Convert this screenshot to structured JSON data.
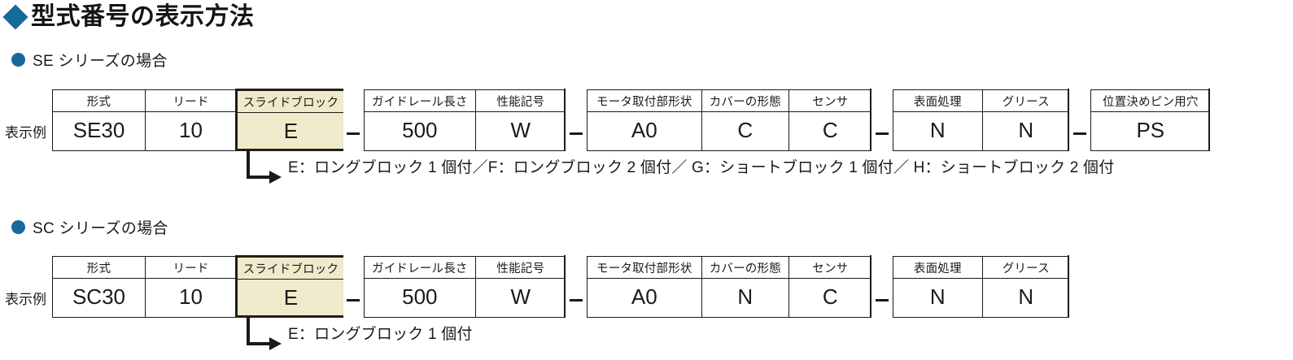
{
  "page": {
    "title": "型式番号の表示方法",
    "title_marker": "diamond-marker",
    "accent_color": "#17689D",
    "highlight_fill": "#EFEACB",
    "highlight_border": "#241D15"
  },
  "sections": [
    {
      "id": "se-series",
      "heading": "SE シリーズの場合",
      "row_label": "表示例",
      "groups": [
        {
          "cells": [
            {
              "header": "形式",
              "value": "SE30",
              "highlight": false,
              "width": 114
            },
            {
              "header": "リード",
              "value": "10",
              "highlight": false,
              "width": 112
            },
            {
              "header": "スライドブロック",
              "value": "E",
              "highlight": true,
              "width": 133
            }
          ]
        },
        {
          "cells": [
            {
              "header": "ガイドレール長さ",
              "value": "500",
              "highlight": false,
              "width": 137
            },
            {
              "header": "性能記号",
              "value": "W",
              "highlight": false,
              "width": 110
            }
          ]
        },
        {
          "cells": [
            {
              "header": "モータ取付部形状",
              "value": "A0",
              "highlight": false,
              "width": 141
            },
            {
              "header": "カバーの形態",
              "value": "C",
              "highlight": false,
              "width": 107
            },
            {
              "header": "センサ",
              "value": "C",
              "highlight": false,
              "width": 101
            }
          ]
        },
        {
          "cells": [
            {
              "header": "表面処理",
              "value": "N",
              "highlight": false,
              "width": 110
            },
            {
              "header": "グリース",
              "value": "N",
              "highlight": false,
              "width": 106
            }
          ]
        },
        {
          "cells": [
            {
              "header": "位置決めピン用穴",
              "value": "PS",
              "highlight": false,
              "width": 146
            }
          ]
        }
      ],
      "note": "E：ロングブロック 1 個付／F：ロングブロック 2 個付／ G：ショートブロック 1 個付／ H：ショートブロック 2 個付"
    },
    {
      "id": "sc-series",
      "heading": "SC シリーズの場合",
      "row_label": "表示例",
      "groups": [
        {
          "cells": [
            {
              "header": "形式",
              "value": "SC30",
              "highlight": false,
              "width": 114
            },
            {
              "header": "リード",
              "value": "10",
              "highlight": false,
              "width": 112
            },
            {
              "header": "スライドブロック",
              "value": "E",
              "highlight": true,
              "width": 133
            }
          ]
        },
        {
          "cells": [
            {
              "header": "ガイドレール長さ",
              "value": "500",
              "highlight": false,
              "width": 137
            },
            {
              "header": "性能記号",
              "value": "W",
              "highlight": false,
              "width": 110
            }
          ]
        },
        {
          "cells": [
            {
              "header": "モータ取付部形状",
              "value": "A0",
              "highlight": false,
              "width": 141
            },
            {
              "header": "カバーの形態",
              "value": "N",
              "highlight": false,
              "width": 107
            },
            {
              "header": "センサ",
              "value": "C",
              "highlight": false,
              "width": 101
            }
          ]
        },
        {
          "cells": [
            {
              "header": "表面処理",
              "value": "N",
              "highlight": false,
              "width": 110
            },
            {
              "header": "グリース",
              "value": "N",
              "highlight": false,
              "width": 106
            }
          ]
        }
      ],
      "note": "E：ロングブロック 1 個付"
    }
  ]
}
